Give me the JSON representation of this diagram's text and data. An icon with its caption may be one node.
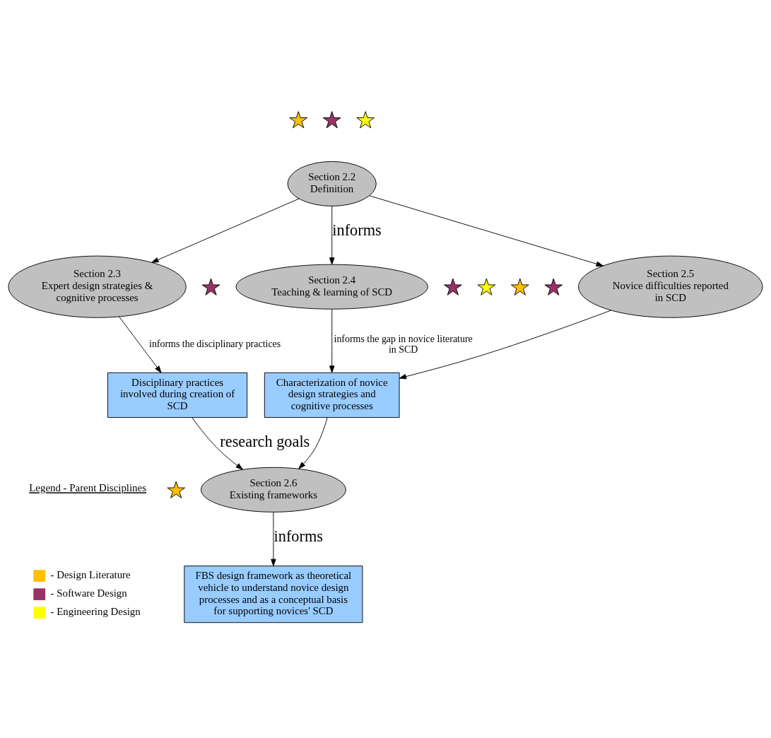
{
  "diagram": {
    "nodes": [
      {
        "text": [
          "Section 2.2",
          "Definition"
        ]
      },
      {
        "text": [
          "Section 2.3",
          "Expert design strategies & cognitive processes"
        ]
      },
      {
        "text": [
          "Section 2.4",
          "Teaching & learning of SCD"
        ]
      },
      {
        "text": [
          "Section 2.5",
          "Novice difficulties reported in SCD"
        ]
      },
      {
        "text": [
          "Disciplinary practices involved during creation of SCD"
        ]
      },
      {
        "text": [
          "Characterization of novice design strategies and cognitive processes"
        ]
      },
      {
        "text": [
          "Section 2.6",
          "Existing frameworks"
        ]
      },
      {
        "text": [
          "FBS design framework as theoretical vehicle to understand novice design processes and as a conceptual basis for supporting novices' SCD"
        ]
      },
      {
        "text": [],
        "shape": "star"
      },
      {
        "text": [],
        "shape": "star"
      },
      {
        "text": [],
        "shape": "star"
      },
      {
        "text": [],
        "shape": "star"
      },
      {
        "text": [],
        "shape": "star"
      },
      {
        "text": [],
        "shape": "star"
      },
      {
        "text": [],
        "shape": "star"
      },
      {
        "text": [],
        "shape": "star"
      },
      {
        "text": [],
        "shape": "star"
      }
    ],
    "edges": [
      {
        "from": 0,
        "to": 1,
        "arrow": "to"
      },
      {
        "from": 0,
        "to": 2,
        "label": "informs",
        "arrow": "to"
      },
      {
        "from": 0,
        "to": 3,
        "arrow": "to"
      },
      {
        "from": 1,
        "to": 4,
        "label": "informs the disciplinary practices",
        "arrow": "to"
      },
      {
        "from": 2,
        "to": 5,
        "label": "informs the gap in novice literature in SCD",
        "arrow": "to"
      },
      {
        "from": 3,
        "to": 5,
        "arrow": "to"
      },
      {
        "from": 4,
        "to": 6,
        "label": "research goals",
        "arrow": "to"
      },
      {
        "from": 5,
        "to": 6,
        "arrow": "to"
      },
      {
        "from": 6,
        "to": 7,
        "label": "informs",
        "arrow": "to"
      }
    ],
    "labels": [
      "Legend - Parent Disciplines"
    ],
    "legend": [
      {
        "text": "- Design Literature",
        "color": "#ffc000"
      },
      {
        "text": "- Software Design",
        "color": "#993366"
      },
      {
        "text": "- Engineering Design",
        "color": "#ffff00"
      }
    ]
  }
}
